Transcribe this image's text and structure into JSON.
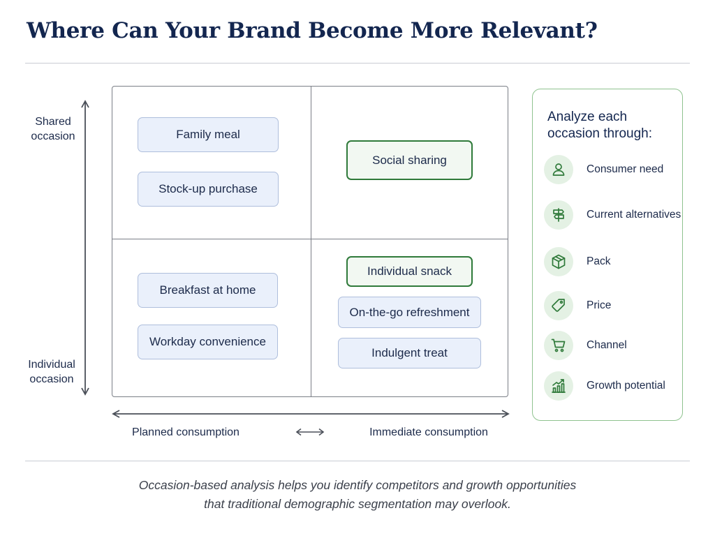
{
  "title": "Where Can Your Brand Become More Relevant?",
  "y_axis": {
    "top_label": "Shared\noccasion",
    "bottom_label": "Individual\noccasion"
  },
  "x_axis": {
    "left_label": "Planned consumption",
    "right_label": "Immediate consumption"
  },
  "quadrants": {
    "top_left": [
      "Family meal",
      "Stock-up purchase"
    ],
    "top_right": [
      "Social sharing"
    ],
    "bottom_left": [
      "Breakfast at home",
      "Workday convenience"
    ],
    "bottom_right": [
      "Individual snack",
      "On-the-go refreshment",
      "Indulgent treat"
    ]
  },
  "highlighted_occasions": [
    "Social sharing",
    "Individual snack"
  ],
  "colors": {
    "title": "#13264f",
    "highlight": "#2f7a3a",
    "pill_fill": "#eaf0fb",
    "icon_bg": "#e4f1e4"
  },
  "panel": {
    "title": "Analyze each\noccasion through:",
    "criteria": [
      {
        "label": "Consumer need",
        "icon": "person-icon"
      },
      {
        "label": "Current alternatives",
        "icon": "signpost-icon"
      },
      {
        "label": "Pack",
        "icon": "box-icon"
      },
      {
        "label": "Price",
        "icon": "price-tag-icon"
      },
      {
        "label": "Channel",
        "icon": "shopping-cart-icon"
      },
      {
        "label": "Growth potential",
        "icon": "growth-chart-icon"
      }
    ]
  },
  "footnote": "Occasion-based analysis helps you identify competitors and growth opportunities\nthat traditional demographic segmentation may overlook."
}
